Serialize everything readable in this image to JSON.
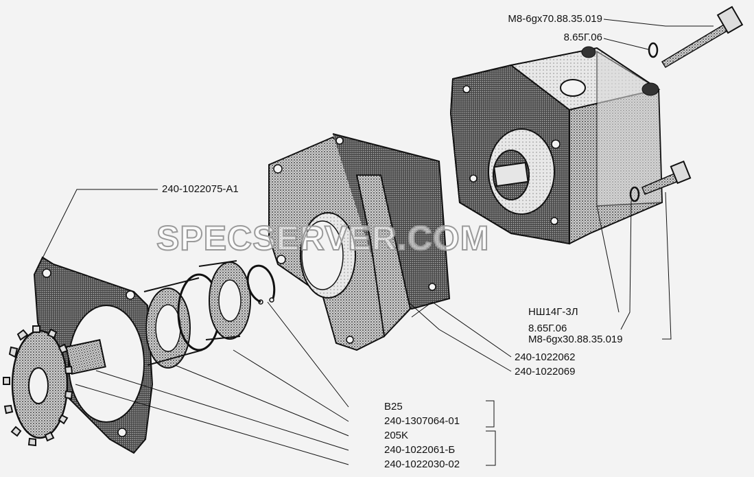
{
  "watermark": "SPECSERVER.COM",
  "labels": {
    "bolt_top": "M8-6gx70.88.35.019",
    "washer_top": "8.65Г.06",
    "gasket": "240-1022075-A1",
    "pump": "НШ14Г-3Л",
    "washer_right": "8.65Г.06",
    "bolt_right": "M8-6gx30.88.35.019",
    "housing": "240-1022062",
    "gasket2": "240-1022069",
    "ring": "B25",
    "bearing_ring": "240-1307064-01",
    "bearing": "205K",
    "shaft": "240-1022061-Б",
    "gear_assembly": "240-1022030-02"
  },
  "colors": {
    "ink": "#111111",
    "paper": "#f3f3f3",
    "shade": "#2a2a2a"
  }
}
